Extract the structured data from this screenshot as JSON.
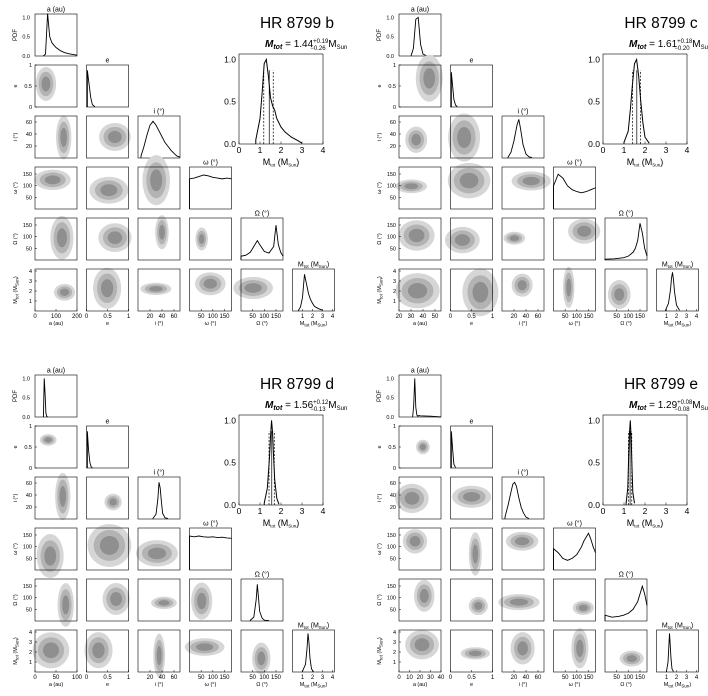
{
  "chart_data": [
    {
      "type": "corner",
      "title": "HR 8799 b",
      "mass_summary": {
        "symbol": "M",
        "subscript": "tot",
        "value": "1.44",
        "upper": "+0.19",
        "lower": "−0.26",
        "unit": "M",
        "unit_sub": "Sun"
      },
      "params": [
        {
          "label": "a (au)",
          "ticks": [
            0,
            100,
            200
          ],
          "range": [
            0,
            200
          ],
          "ylabels": []
        },
        {
          "label": "e",
          "ticks": [
            0.0,
            0.5,
            1.0
          ],
          "range": [
            0,
            1
          ]
        },
        {
          "label": "i (°)",
          "ticks": [
            20,
            40,
            60
          ],
          "range": [
            0,
            70
          ]
        },
        {
          "label": "ω (°)",
          "ticks": [
            50,
            100,
            150
          ],
          "range": [
            0,
            180
          ]
        },
        {
          "label": "Ω (°)",
          "ticks": [
            50,
            100,
            150
          ],
          "range": [
            0,
            180
          ]
        },
        {
          "label": "M_tot (M_Sun)",
          "ticks": [
            1,
            2,
            3,
            4
          ],
          "range": [
            0,
            4.2
          ]
        }
      ],
      "histograms": [
        {
          "x": [
            40,
            50,
            60,
            70,
            80,
            90,
            100,
            120,
            140,
            160,
            180,
            200
          ],
          "y": [
            0.0,
            0.05,
            1.1,
            0.5,
            0.35,
            0.28,
            0.22,
            0.14,
            0.09,
            0.06,
            0.04,
            0.02
          ]
        },
        {
          "x": [
            0.02,
            0.06,
            0.1,
            0.14,
            0.2
          ],
          "y": [
            0.95,
            0.6,
            0.25,
            0.06,
            0.01
          ]
        },
        {
          "x": [
            5,
            10,
            15,
            20,
            25,
            30,
            35,
            40,
            45,
            50,
            55,
            60,
            65,
            70
          ],
          "y": [
            0.05,
            0.3,
            0.6,
            0.85,
            0.95,
            0.85,
            0.7,
            0.55,
            0.4,
            0.3,
            0.2,
            0.12,
            0.05,
            0.02
          ]
        },
        {
          "x": [
            0,
            20,
            40,
            60,
            80,
            100,
            120,
            140,
            160,
            180
          ],
          "y": [
            0.78,
            0.8,
            0.84,
            0.88,
            0.86,
            0.82,
            0.8,
            0.78,
            0.8,
            0.78
          ]
        },
        {
          "x": [
            0,
            20,
            40,
            60,
            70,
            80,
            100,
            120,
            140,
            150,
            160,
            170,
            180
          ],
          "y": [
            0.1,
            0.12,
            0.2,
            0.4,
            0.5,
            0.4,
            0.22,
            0.18,
            0.35,
            0.9,
            0.4,
            0.2,
            0.1
          ]
        },
        {
          "x": [
            0.6,
            0.8,
            1.0,
            1.2,
            1.4,
            1.6,
            1.8,
            2.0,
            2.2,
            2.6,
            3.0
          ],
          "y": [
            0.02,
            0.1,
            0.35,
            0.95,
            0.7,
            0.45,
            0.3,
            0.2,
            0.12,
            0.06,
            0.02
          ]
        }
      ],
      "mass_hist": {
        "x": [
          0.8,
          1.0,
          1.1,
          1.2,
          1.3,
          1.4,
          1.5,
          1.6,
          1.7,
          1.8,
          2.0,
          2.2,
          2.5,
          2.8,
          3.0
        ],
        "y": [
          0.05,
          0.3,
          0.6,
          0.95,
          1.0,
          0.8,
          0.55,
          0.45,
          0.4,
          0.3,
          0.2,
          0.14,
          0.08,
          0.04,
          0.01
        ]
      },
      "mass_lines": {
        "median": 1.44,
        "lo": 1.18,
        "hi": 1.63
      }
    },
    {
      "type": "corner",
      "title": "HR 8799 c",
      "mass_summary": {
        "symbol": "M",
        "subscript": "tot",
        "value": "1.61",
        "upper": "+0.18",
        "lower": "−0.20",
        "unit": "M",
        "unit_sub": "Sun"
      },
      "params": [
        {
          "label": "a (au)",
          "ticks": [
            20,
            30,
            40,
            50
          ],
          "range": [
            20,
            55
          ]
        },
        {
          "label": "e",
          "ticks": [
            0.0,
            0.5,
            1.0
          ],
          "range": [
            0,
            1
          ]
        },
        {
          "label": "i (°)",
          "ticks": [
            20,
            40,
            60
          ],
          "range": [
            0,
            70
          ]
        },
        {
          "label": "ω (°)",
          "ticks": [
            50,
            100,
            150
          ],
          "range": [
            0,
            180
          ]
        },
        {
          "label": "Ω (°)",
          "ticks": [
            50,
            100,
            150
          ],
          "range": [
            0,
            180
          ]
        },
        {
          "label": "M_tot (M_Sun)",
          "ticks": [
            1,
            2,
            3,
            4
          ],
          "range": [
            0,
            4.2
          ]
        }
      ],
      "histograms": [
        {
          "x": [
            30,
            32,
            34,
            36,
            38,
            40,
            42,
            44
          ],
          "y": [
            0.0,
            0.2,
            0.95,
            1.0,
            0.3,
            0.05,
            0.02,
            0.0
          ]
        },
        {
          "x": [
            0.02,
            0.05,
            0.08,
            0.12,
            0.16
          ],
          "y": [
            0.9,
            0.55,
            0.2,
            0.05,
            0.01
          ]
        },
        {
          "x": [
            10,
            15,
            20,
            25,
            28,
            31,
            35,
            40,
            45,
            50
          ],
          "y": [
            0.02,
            0.15,
            0.45,
            0.85,
            1.0,
            0.75,
            0.35,
            0.1,
            0.03,
            0.01
          ]
        },
        {
          "x": [
            0,
            20,
            40,
            60,
            80,
            100,
            120,
            140,
            160,
            180
          ],
          "y": [
            0.6,
            0.9,
            0.8,
            0.6,
            0.5,
            0.45,
            0.42,
            0.45,
            0.5,
            0.55
          ]
        },
        {
          "x": [
            0,
            40,
            80,
            100,
            120,
            130,
            140,
            150,
            160,
            170,
            180
          ],
          "y": [
            0.02,
            0.03,
            0.06,
            0.1,
            0.2,
            0.3,
            0.5,
            0.95,
            0.7,
            0.3,
            0.1
          ]
        },
        {
          "x": [
            0.9,
            1.2,
            1.4,
            1.5,
            1.6,
            1.7,
            1.8,
            2.0,
            2.3
          ],
          "y": [
            0.02,
            0.2,
            0.55,
            0.85,
            1.0,
            0.8,
            0.5,
            0.15,
            0.02
          ]
        }
      ],
      "mass_hist": {
        "x": [
          1.0,
          1.2,
          1.3,
          1.4,
          1.5,
          1.6,
          1.7,
          1.8,
          1.9,
          2.0,
          2.2
        ],
        "y": [
          0.02,
          0.15,
          0.4,
          0.7,
          0.95,
          1.0,
          0.8,
          0.5,
          0.25,
          0.08,
          0.01
        ]
      },
      "mass_lines": {
        "median": 1.61,
        "lo": 1.41,
        "hi": 1.79
      }
    },
    {
      "type": "corner",
      "title": "HR 8799 d",
      "mass_summary": {
        "symbol": "M",
        "subscript": "tot",
        "value": "1.56",
        "upper": "+0.12",
        "lower": "−0.13",
        "unit": "M",
        "unit_sub": "Sun"
      },
      "params": [
        {
          "label": "a (au)",
          "ticks": [
            0,
            50,
            100
          ],
          "range": [
            0,
            100
          ]
        },
        {
          "label": "e",
          "ticks": [
            0.0,
            0.5,
            1.0
          ],
          "range": [
            0,
            1
          ]
        },
        {
          "label": "i (°)",
          "ticks": [
            20,
            40,
            60
          ],
          "range": [
            0,
            70
          ]
        },
        {
          "label": "ω (°)",
          "ticks": [
            50,
            100,
            150
          ],
          "range": [
            0,
            180
          ]
        },
        {
          "label": "Ω (°)",
          "ticks": [
            50,
            100,
            150
          ],
          "range": [
            0,
            180
          ]
        },
        {
          "label": "M_tot (M_Sun)",
          "ticks": [
            1,
            2,
            3,
            4
          ],
          "range": [
            0,
            4.2
          ]
        }
      ],
      "histograms": [
        {
          "x": [
            20,
            22,
            24,
            26,
            28,
            30
          ],
          "y": [
            0.0,
            1.0,
            0.6,
            0.1,
            0.02,
            0.0
          ]
        },
        {
          "x": [
            0.02,
            0.05,
            0.08,
            0.11,
            0.14
          ],
          "y": [
            0.95,
            0.45,
            0.15,
            0.03,
            0.01
          ]
        },
        {
          "x": [
            25,
            30,
            33,
            35,
            37,
            39,
            41,
            45,
            50
          ],
          "y": [
            0.02,
            0.12,
            0.5,
            0.95,
            0.8,
            0.45,
            0.15,
            0.03,
            0.01
          ]
        },
        {
          "x": [
            0,
            20,
            40,
            60,
            80,
            100,
            120,
            140,
            160,
            180
          ],
          "y": [
            0.88,
            0.86,
            0.88,
            0.86,
            0.85,
            0.86,
            0.84,
            0.85,
            0.83,
            0.82
          ]
        },
        {
          "x": [
            40,
            55,
            65,
            70,
            75,
            80,
            90,
            100,
            120
          ],
          "y": [
            0.02,
            0.1,
            0.55,
            0.95,
            0.6,
            0.25,
            0.08,
            0.02,
            0.01
          ]
        },
        {
          "x": [
            1.0,
            1.3,
            1.45,
            1.55,
            1.65,
            1.75,
            1.9,
            2.1
          ],
          "y": [
            0.02,
            0.2,
            0.6,
            1.0,
            0.75,
            0.35,
            0.08,
            0.01
          ]
        }
      ],
      "mass_hist": {
        "x": [
          1.2,
          1.35,
          1.45,
          1.5,
          1.55,
          1.6,
          1.65,
          1.7,
          1.8,
          1.9
        ],
        "y": [
          0.02,
          0.2,
          0.55,
          0.8,
          1.0,
          0.85,
          0.55,
          0.3,
          0.08,
          0.01
        ]
      },
      "mass_lines": {
        "median": 1.56,
        "lo": 1.43,
        "hi": 1.68
      }
    },
    {
      "type": "corner",
      "title": "HR 8799 e",
      "mass_summary": {
        "symbol": "M",
        "subscript": "tot",
        "value": "1.29",
        "upper": "+0.08",
        "lower": "−0.08",
        "unit": "M",
        "unit_sub": "Sun"
      },
      "params": [
        {
          "label": "a (au)",
          "ticks": [
            0,
            10,
            20,
            30,
            40
          ],
          "range": [
            0,
            40
          ]
        },
        {
          "label": "e",
          "ticks": [
            0.0,
            0.5,
            1.0
          ],
          "range": [
            0,
            1
          ]
        },
        {
          "label": "i (°)",
          "ticks": [
            20,
            40,
            60
          ],
          "range": [
            0,
            70
          ]
        },
        {
          "label": "ω (°)",
          "ticks": [
            50,
            100,
            150
          ],
          "range": [
            0,
            180
          ]
        },
        {
          "label": "Ω (°)",
          "ticks": [
            50,
            100,
            150
          ],
          "range": [
            0,
            180
          ]
        },
        {
          "label": "M_tot (M_Sun)",
          "ticks": [
            1,
            2,
            3,
            4
          ],
          "range": [
            0,
            4.2
          ]
        }
      ],
      "histograms": [
        {
          "x": [
            13,
            14,
            15,
            16,
            17,
            18,
            19,
            20,
            30,
            40
          ],
          "y": [
            0.0,
            0.3,
            1.0,
            0.25,
            0.05,
            0.02,
            0.04,
            0.03,
            0.02,
            0.0
          ]
        },
        {
          "x": [
            0.02,
            0.05,
            0.08,
            0.12
          ],
          "y": [
            0.95,
            0.5,
            0.1,
            0.01
          ]
        },
        {
          "x": [
            5,
            10,
            15,
            18,
            21,
            24,
            28,
            32,
            36,
            40,
            45
          ],
          "y": [
            0.05,
            0.35,
            0.7,
            0.9,
            0.95,
            0.85,
            0.55,
            0.3,
            0.15,
            0.05,
            0.01
          ]
        },
        {
          "x": [
            0,
            20,
            40,
            60,
            80,
            100,
            110,
            120,
            130,
            140,
            150,
            160,
            170,
            180
          ],
          "y": [
            0.55,
            0.45,
            0.3,
            0.25,
            0.3,
            0.4,
            0.5,
            0.6,
            0.75,
            0.85,
            0.95,
            0.8,
            0.6,
            0.45
          ]
        },
        {
          "x": [
            0,
            30,
            60,
            80,
            100,
            120,
            140,
            160,
            170,
            180
          ],
          "y": [
            0.15,
            0.1,
            0.12,
            0.15,
            0.2,
            0.3,
            0.5,
            0.9,
            0.7,
            0.4
          ]
        },
        {
          "x": [
            1.0,
            1.15,
            1.25,
            1.3,
            1.35,
            1.45,
            1.55,
            1.7
          ],
          "y": [
            0.02,
            0.25,
            0.75,
            1.0,
            0.8,
            0.35,
            0.08,
            0.01
          ]
        }
      ],
      "mass_hist": {
        "x": [
          1.1,
          1.18,
          1.22,
          1.26,
          1.3,
          1.34,
          1.38,
          1.42,
          1.5
        ],
        "y": [
          0.02,
          0.2,
          0.55,
          0.85,
          1.0,
          0.8,
          0.45,
          0.15,
          0.02
        ]
      },
      "mass_lines": {
        "median": 1.29,
        "lo": 1.21,
        "hi": 1.37
      }
    }
  ],
  "shared": {
    "pdf_label": "PDF",
    "mass_axis_label": "M_tot (M_Sun)",
    "diag_labels": [
      "a (au)",
      "e",
      "i (°)",
      "ω (°)",
      "Ω (°)",
      "M_tot (M_Sun)"
    ],
    "mass_ticks_x": [
      0,
      1,
      2,
      3,
      4
    ],
    "mass_ticks_y": [
      0.0,
      0.5,
      1.0
    ],
    "pdf_ticks": [
      0.0,
      0.5,
      1.0
    ],
    "colors": {
      "contour_dark": "#8f8f8f",
      "contour_mid": "#b3b3b3",
      "contour_light": "#d6d6d6",
      "line": "#000000"
    }
  }
}
